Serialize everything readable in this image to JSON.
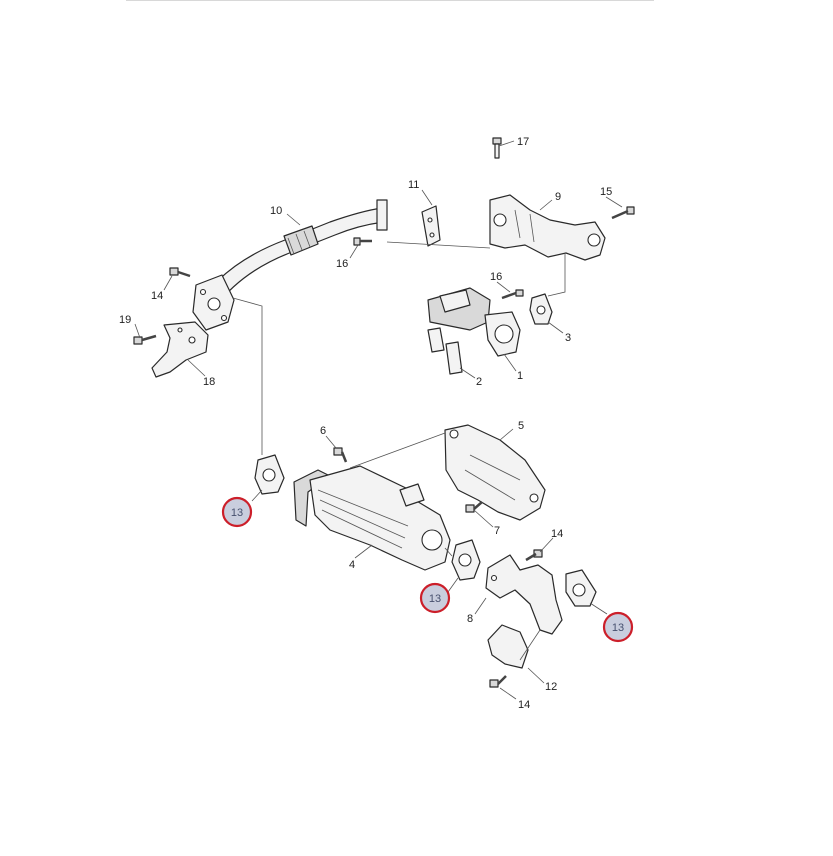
{
  "diagram": {
    "callouts": {
      "c1": "1",
      "c2": "2",
      "c3": "3",
      "c4": "4",
      "c5": "5",
      "c6": "6",
      "c7": "7",
      "c8": "8",
      "c9": "9",
      "c10": "10",
      "c11": "11",
      "c12": "12",
      "c14a": "14",
      "c14b": "14",
      "c14c": "14",
      "c15": "15",
      "c16a": "16",
      "c16b": "16",
      "c17": "17",
      "c18": "18",
      "c19": "19"
    },
    "highlighted": {
      "h1": "13",
      "h2": "13",
      "h3": "13"
    },
    "colors": {
      "highlight_ring": "#cc1f2a",
      "highlight_fill": "#c9cede",
      "line_art": "#2a2a2a"
    }
  }
}
